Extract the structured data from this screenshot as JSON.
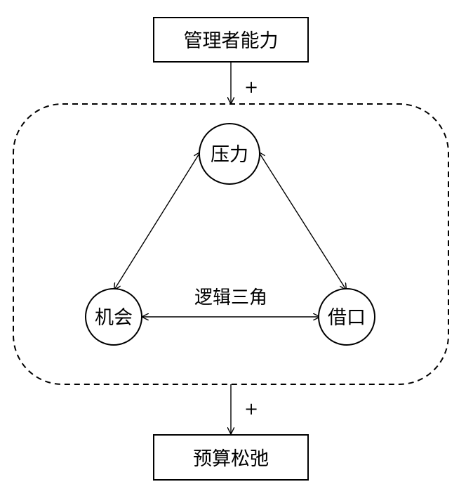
{
  "diagram": {
    "top_box": {
      "label": "管理者能力"
    },
    "bottom_box": {
      "label": "预算松弛"
    },
    "top_sign": "+",
    "bottom_sign": "+",
    "nodes": {
      "pressure": "压力",
      "opportunity": "机会",
      "excuse": "借口"
    },
    "center_label": "逻辑三角"
  }
}
